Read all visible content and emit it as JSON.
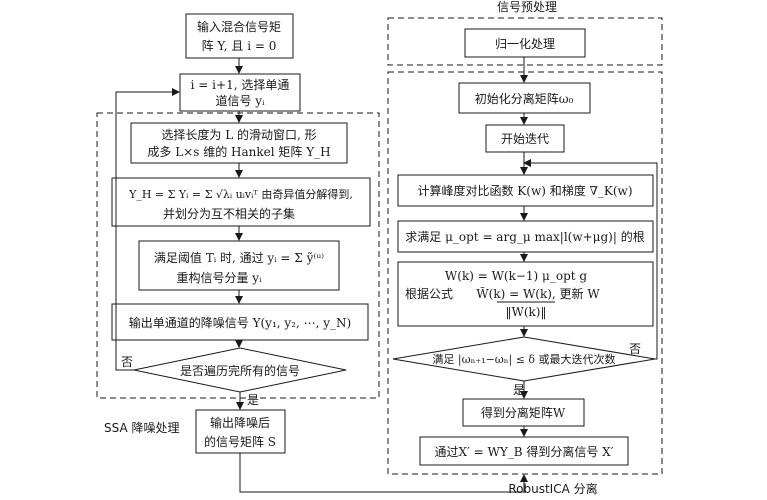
{
  "left": {
    "input": [
      "输入混合信号矩",
      "阵 Y, 且 i = 0"
    ],
    "select_channel": [
      "i = i+1, 选择单通",
      "道信号 yᵢ"
    ],
    "window": [
      "选择长度为 L 的滑动窗口, 形",
      "成多 L×s 维的 Hankel 矩阵 Y_H"
    ],
    "svd": [
      "Y_H = Σ Yᵢ = Σ √λᵢ uᵢvᵢᵀ 由奇异值分解得到,",
      "并划分为互不相关的子集"
    ],
    "reconstruct": [
      "满足阈值 Tᵢ 时, 通过 yᵢ = Σ ỹ⁽ᵘ⁾",
      "重构信号分量 yᵢ"
    ],
    "output_single": "输出单通道的降噪信号 Y(y₁, y₂, ⋯, y_N)",
    "decision": "是否遍历完所有的信号",
    "no": "否",
    "yes": "是",
    "output_matrix": [
      "输出降噪后",
      "的信号矩阵 S"
    ],
    "group_label": "SSA 降噪处理"
  },
  "right": {
    "preprocess_label": "信号预处理",
    "normalize": "归一化处理",
    "init": "初始化分离矩阵ω₀",
    "start": "开始迭代",
    "compute": "计算峰度对比函数 K(w) 和梯度 ∇_K(w)",
    "solve": "求满足 μ_opt = arg_μ max|l(w+μg)| 的根",
    "update": [
      "W(k) = W(k−1) μ_opt g",
      "根据公式",
      "W̃(k) = W(k), 更新 W",
      "‖W(k)‖"
    ],
    "decision": "满足 |ωₙ₊₁−ωₙ| ≤ δ 或最大迭代次数",
    "no": "否",
    "yes": "是",
    "result": "得到分离矩阵W",
    "final": "通过X′ = WY_B 得到分离信号 X′",
    "group_label": "RobustICA 分离"
  }
}
